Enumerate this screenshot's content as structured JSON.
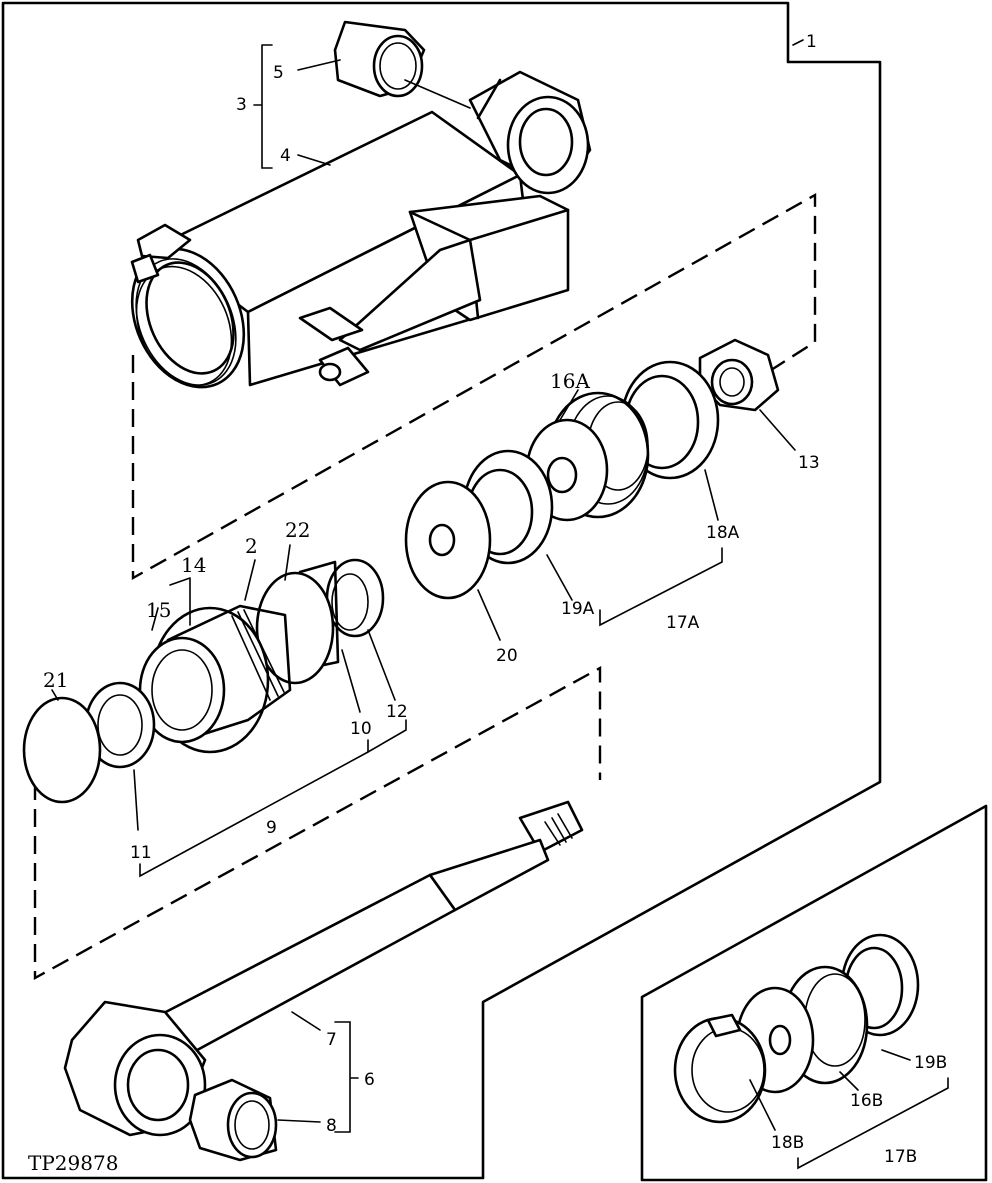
{
  "figure_code": "TP29878",
  "callouts": {
    "c1": "1",
    "c2": "2",
    "c3": "3",
    "c4": "4",
    "c5": "5",
    "c6": "6",
    "c7": "7",
    "c8": "8",
    "c9": "9",
    "c10": "10",
    "c11": "11",
    "c12": "12",
    "c13": "13",
    "c14": "14",
    "c15": "15",
    "c16A": "16A",
    "c16B": "16B",
    "c17A": "17A",
    "c17B": "17B",
    "c18A": "18A",
    "c18B": "18B",
    "c19A": "19A",
    "c19B": "19B",
    "c20": "20",
    "c21": "21",
    "c22": "22"
  }
}
